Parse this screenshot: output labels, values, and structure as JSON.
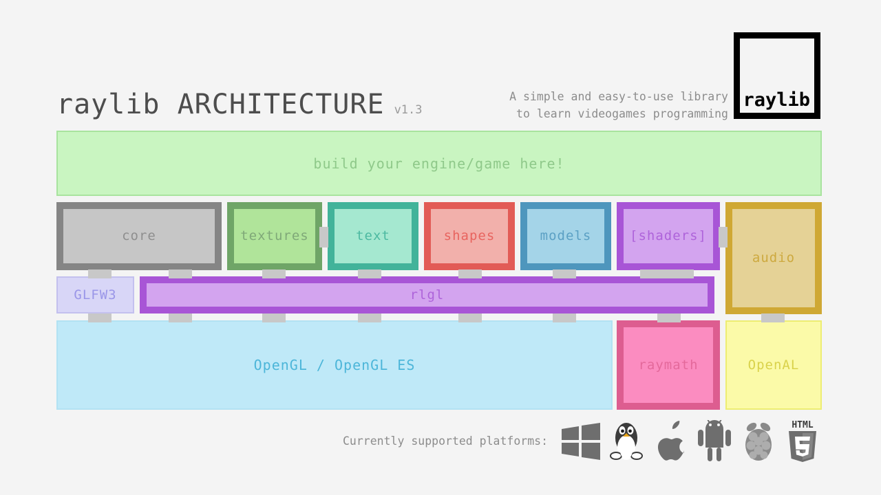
{
  "header": {
    "title": "raylib ARCHITECTURE",
    "version": "v1.3",
    "tagline_line1": "A simple and easy-to-use library",
    "tagline_line2": "to learn videogames programming",
    "logo_text": "raylib"
  },
  "banner": {
    "label": "build your engine/game here!",
    "fill": "#c9f5c1",
    "border": "#a8e39e"
  },
  "modules": [
    {
      "label": "core",
      "fill": "#c6c6c6",
      "border": "#858585",
      "text": "#8e8e8e",
      "thick": true
    },
    {
      "label": "textures",
      "fill": "#b0e49a",
      "border": "#6fa567",
      "text": "#7fa878",
      "thick": true
    },
    {
      "label": "text",
      "fill": "#a5e8d0",
      "border": "#42b39a",
      "text": "#4cb9a1",
      "thick": true
    },
    {
      "label": "shapes",
      "fill": "#f2b0ab",
      "border": "#e25b56",
      "text": "#e8645f",
      "thick": true
    },
    {
      "label": "models",
      "fill": "#a4d4e8",
      "border": "#4e96bd",
      "text": "#5ba0c4",
      "thick": true
    },
    {
      "label": "[shaders]",
      "fill": "#d3a4ef",
      "border": "#a855d6",
      "text": "#ae63da",
      "thick": true
    },
    {
      "label": "audio",
      "fill": "#e5d296",
      "border": "#cfa834",
      "text": "#cda93f",
      "thick": true
    }
  ],
  "middle": [
    {
      "label": "GLFW3",
      "fill": "#d8d6f7",
      "border": "#c3c0ee",
      "text": "#9a96e8",
      "thick": false
    },
    {
      "label": "rlgl",
      "fill": "#d3a4ef",
      "border": "#a855d6",
      "text": "#ae63da",
      "thick": true
    }
  ],
  "bottom": [
    {
      "label": "OpenGL / OpenGL ES",
      "fill": "#bfe9f8",
      "border": "#b2e2f3",
      "text": "#4db6d9",
      "thick": false
    },
    {
      "label": "raymath",
      "fill": "#fb8cc0",
      "border": "#dd5d90",
      "text": "#e4699b",
      "thick": true
    },
    {
      "label": "OpenAL",
      "fill": "#fbfaa8",
      "border": "#eded72",
      "text": "#d9d24a",
      "thick": false
    }
  ],
  "platforms": {
    "label": "Currently supported platforms:",
    "icons": [
      {
        "name": "windows-icon",
        "title": "Windows"
      },
      {
        "name": "linux-tux-icon",
        "title": "Linux"
      },
      {
        "name": "apple-icon",
        "title": "macOS"
      },
      {
        "name": "android-icon",
        "title": "Android"
      },
      {
        "name": "raspberry-pi-icon",
        "title": "Raspberry Pi"
      },
      {
        "name": "html5-icon",
        "title": "HTML5"
      }
    ],
    "html5_top_text": "HTML",
    "html5_number": "5",
    "icon_color": "#6e6e6e"
  },
  "colors": {
    "background": "#f4f4f4",
    "text_gray": "#8c8c8c",
    "title_gray": "#4d4d4d",
    "connector_gray": "#c8c8c8"
  }
}
